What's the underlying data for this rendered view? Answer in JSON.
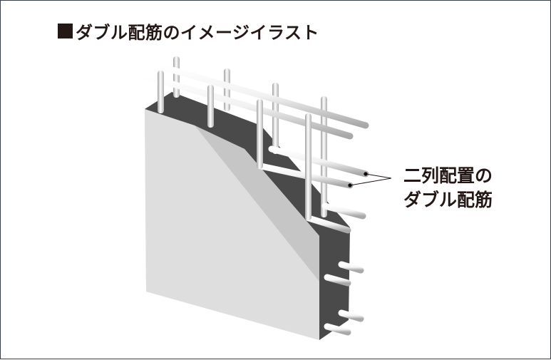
{
  "title": {
    "marker": "■",
    "text": "ダブル配筋のイメージイラスト"
  },
  "callout": {
    "line1": "二列配置の",
    "line2": "ダブル配筋"
  },
  "colors": {
    "text": "#231815",
    "wall_face": "#dcdcdc",
    "wall_bevel": "#c4c4c4",
    "wall_dark": "#4a4a4a",
    "rebar": "#eeeeee",
    "frame_border": "#3a4048"
  }
}
